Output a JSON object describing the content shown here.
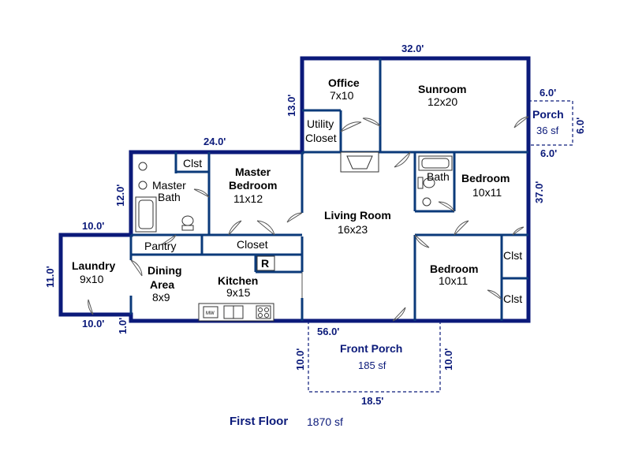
{
  "rooms": {
    "office": {
      "name": "Office",
      "size": "7x10"
    },
    "sunroom": {
      "name": "Sunroom",
      "size": "12x20"
    },
    "porch_side": {
      "name": "Porch",
      "area": "36 sf"
    },
    "utility": {
      "line1": "Utility",
      "line2": "Closet"
    },
    "master_bedroom": {
      "line1": "Master",
      "line2": "Bedroom",
      "size": "11x12"
    },
    "master_bath": {
      "line1": "Master",
      "line2": "Bath"
    },
    "clst_master": "Clst",
    "bath": "Bath",
    "bedroom1": {
      "name": "Bedroom",
      "size": "10x11"
    },
    "living": {
      "name": "Living Room",
      "size": "16x23"
    },
    "pantry": "Pantry",
    "closet": "Closet",
    "refrigerator": "R",
    "laundry": {
      "name": "Laundry",
      "size": "9x10"
    },
    "dining": {
      "line1": "Dining",
      "line2": "Area",
      "size": "8x9"
    },
    "kitchen": {
      "name": "Kitchen",
      "size": "9x15"
    },
    "bedroom2": {
      "name": "Bedroom",
      "size": "10x11"
    },
    "clst_a": "Clst",
    "clst_b": "Clst",
    "front_porch": {
      "name": "Front Porch",
      "area": "185 sf"
    },
    "microwave": "MW"
  },
  "dimensions": {
    "top_width": "32.0'",
    "office_height": "13.0'",
    "porch_top": "6.0'",
    "porch_side": "6.0'",
    "porch_bottom": "6.0'",
    "master_width": "24.0'",
    "master_height": "12.0'",
    "right_height": "37.0'",
    "laundry_width": "10.0'",
    "laundry_height": "11.0'",
    "laundry_bottom": "10.0'",
    "step": "1.0'",
    "bottom_width": "56.0'",
    "front_left": "10.0'",
    "front_right": "10.0'",
    "front_bottom": "18.5'"
  },
  "footer": {
    "title": "First Floor",
    "area": "1870 sf"
  }
}
